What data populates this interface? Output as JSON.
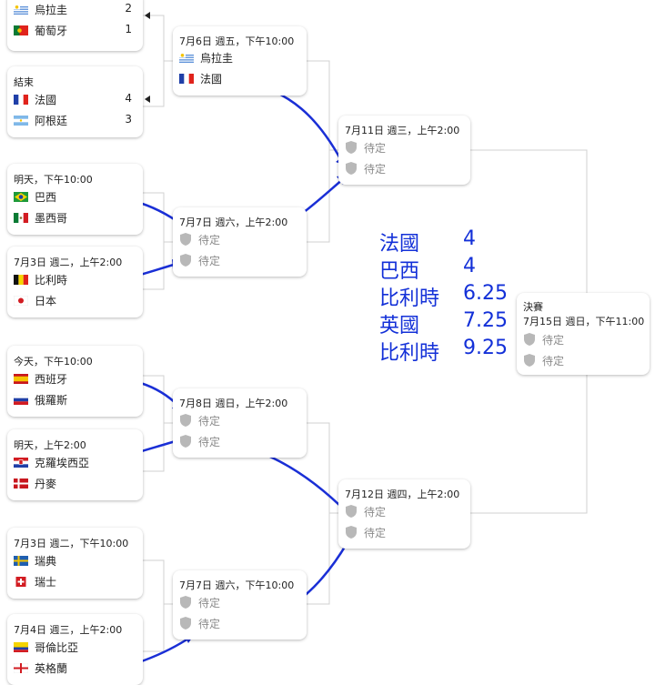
{
  "matches": {
    "m_uru_por": {
      "teams": [
        {
          "name": "烏拉圭",
          "score": "2"
        },
        {
          "name": "葡萄牙",
          "score": "1"
        }
      ]
    },
    "m_fra_arg": {
      "status": "結束",
      "teams": [
        {
          "name": "法國",
          "score": "4"
        },
        {
          "name": "阿根廷",
          "score": "3"
        }
      ]
    },
    "m_bra_mex": {
      "status": "明天，下午10:00",
      "teams": [
        {
          "name": "巴西"
        },
        {
          "name": "墨西哥"
        }
      ]
    },
    "m_bel_jpn": {
      "status": "7月3日 週二，上午2:00",
      "teams": [
        {
          "name": "比利時"
        },
        {
          "name": "日本"
        }
      ]
    },
    "m_esp_rus": {
      "status": "今天，下午10:00",
      "teams": [
        {
          "name": "西班牙"
        },
        {
          "name": "俄羅斯"
        }
      ]
    },
    "m_cro_den": {
      "status": "明天，上午2:00",
      "teams": [
        {
          "name": "克羅埃西亞"
        },
        {
          "name": "丹麥"
        }
      ]
    },
    "m_swe_sui": {
      "status": "7月3日 週二，下午10:00",
      "teams": [
        {
          "name": "瑞典"
        },
        {
          "name": "瑞士"
        }
      ]
    },
    "m_col_eng": {
      "status": "7月4日 週三，上午2:00",
      "teams": [
        {
          "name": "哥倫比亞"
        },
        {
          "name": "英格蘭"
        }
      ]
    },
    "qf1": {
      "status": "7月6日 週五，下午10:00",
      "teams": [
        {
          "name": "烏拉圭"
        },
        {
          "name": "法國"
        }
      ]
    },
    "qf2": {
      "status": "7月7日 週六，上午2:00",
      "teams": [
        {
          "name": "待定"
        },
        {
          "name": "待定"
        }
      ]
    },
    "qf3": {
      "status": "7月8日 週日，上午2:00",
      "teams": [
        {
          "name": "待定"
        },
        {
          "name": "待定"
        }
      ]
    },
    "qf4": {
      "status": "7月7日 週六，下午10:00",
      "teams": [
        {
          "name": "待定"
        },
        {
          "name": "待定"
        }
      ]
    },
    "sf1": {
      "status": "7月11日 週三，上午2:00",
      "teams": [
        {
          "name": "待定"
        },
        {
          "name": "待定"
        }
      ]
    },
    "sf2": {
      "status": "7月12日 週四，上午2:00",
      "teams": [
        {
          "name": "待定"
        },
        {
          "name": "待定"
        }
      ]
    },
    "final": {
      "stage": "決賽",
      "status": "7月15日 週日，下午11:00",
      "teams": [
        {
          "name": "待定"
        },
        {
          "name": "待定"
        }
      ]
    }
  },
  "annotation": [
    {
      "team": "法國",
      "value": "4"
    },
    {
      "team": "巴西",
      "value": "4"
    },
    {
      "team": "比利時",
      "value": "6.25"
    },
    {
      "team": "英國",
      "value": "7.25"
    },
    {
      "team": "比利時",
      "value": "9.25"
    }
  ],
  "colors": {
    "arrow": "#1a2fd6",
    "annotation": "#1330d8",
    "bracket_line": "#d0d0d0",
    "tbd_text": "#8a8a8a"
  }
}
